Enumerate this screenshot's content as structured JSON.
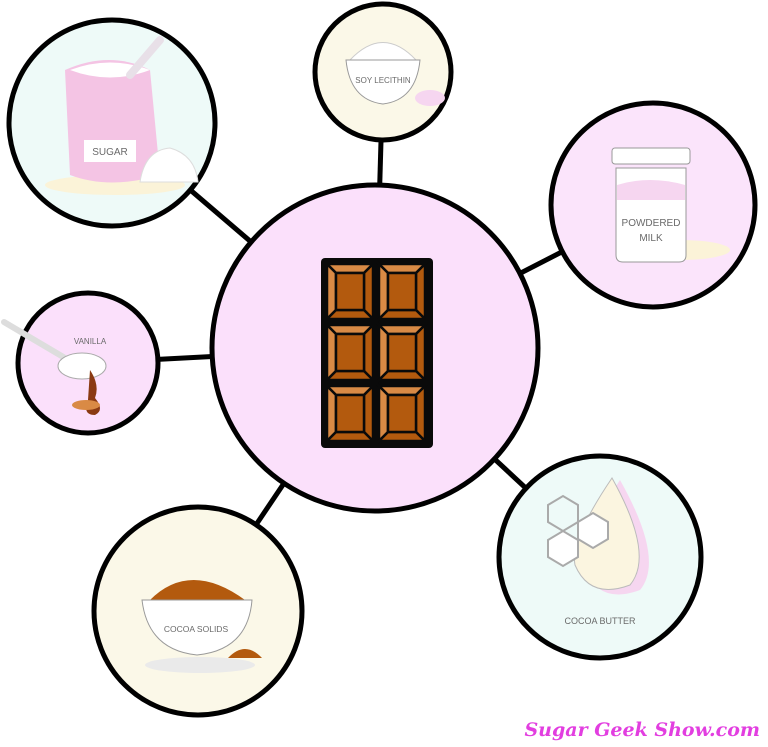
{
  "center": {
    "name": "chocolate-bar",
    "fill": "#fbe0fb"
  },
  "ingredients": [
    {
      "label": "SUGAR",
      "fill": "#eefaf8"
    },
    {
      "label": "SOY LECITHIN",
      "fill": "#fbf8e8"
    },
    {
      "label_line1": "POWDERED",
      "label_line2": "MILK",
      "fill": "#fbe4fb"
    },
    {
      "label": "VANILLA",
      "fill": "#fbe0fb"
    },
    {
      "label": "COCOA SOLIDS",
      "fill": "#fbf8e8"
    },
    {
      "label": "COCOA BUTTER",
      "fill": "#eefaf8"
    }
  ],
  "colors": {
    "outline": "#000000",
    "chocolate_dark": "#b35a0e",
    "chocolate_light": "#d98a45",
    "watermark": "#e23ee0"
  },
  "watermark": "Sugar Geek Show.com"
}
